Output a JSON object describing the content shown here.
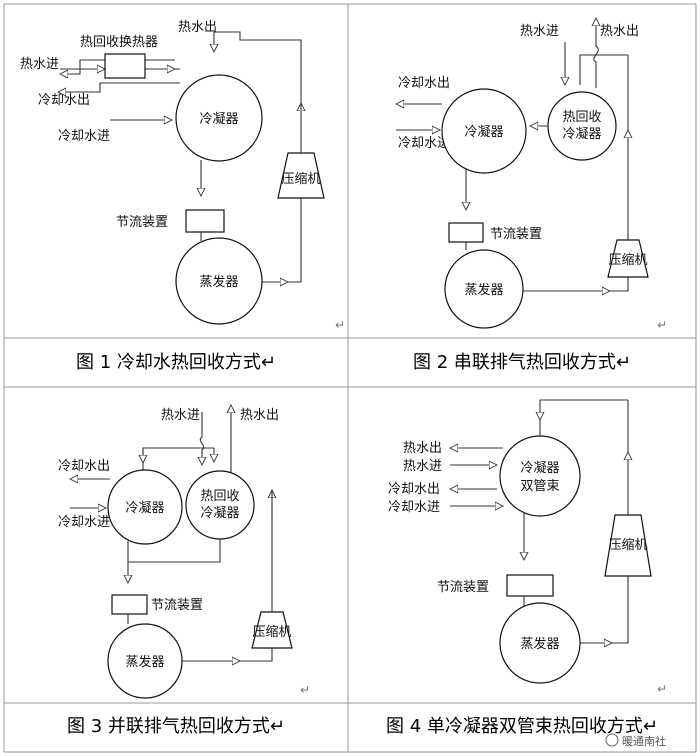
{
  "fig1": {
    "hot_water_in": "热水进",
    "hot_water_out": "热水出",
    "heat_exchanger": "热回收换热器",
    "cooling_out": "冷却水出",
    "cooling_in": "冷却水进",
    "condenser": "冷凝器",
    "compressor": "压缩机",
    "throttle": "节流装置",
    "evaporator": "蒸发器",
    "caption": "图 1 冷却水热回收方式↵"
  },
  "fig2": {
    "hot_water_in": "热水进",
    "hot_water_out": "热水出",
    "cooling_out": "冷却水出",
    "cooling_in": "冷却水进",
    "condenser": "冷凝器",
    "hr_condenser_l1": "热回收",
    "hr_condenser_l2": "冷凝器",
    "compressor": "压缩机",
    "throttle": "节流装置",
    "evaporator": "蒸发器",
    "caption": "图 2  串联排气热回收方式↵"
  },
  "fig3": {
    "hot_water_in": "热水进",
    "hot_water_out": "热水出",
    "cooling_out": "冷却水出",
    "cooling_in": "冷却水进",
    "condenser": "冷凝器",
    "hr_condenser_l1": "热回收",
    "hr_condenser_l2": "冷凝器",
    "compressor": "压缩机",
    "throttle": "节流装置",
    "evaporator": "蒸发器",
    "caption": "图 3  并联排气热回收方式↵"
  },
  "fig4": {
    "hot_water_out": "热水出",
    "hot_water_in": "热水进",
    "cooling_out": "冷却水出",
    "cooling_in": "冷却水进",
    "condenser_l1": "冷凝器",
    "condenser_l2": "双管束",
    "compressor": "压缩机",
    "throttle": "节流装置",
    "evaporator": "蒸发器",
    "caption": "图 4  单冷凝器双管束热回收方式↵"
  },
  "return_mark": "↵",
  "watermark": "暖通南社"
}
